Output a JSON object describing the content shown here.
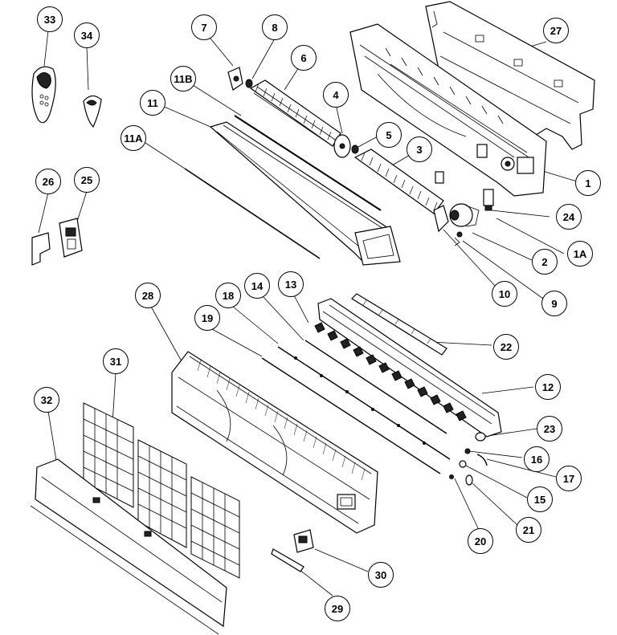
{
  "labels": {
    "l33": "33",
    "l34": "34",
    "l7": "7",
    "l8": "8",
    "l27": "27",
    "l11B": "11B",
    "l6": "6",
    "l11": "11",
    "l4": "4",
    "l5": "5",
    "l11A": "11A",
    "l3": "3",
    "l1": "1",
    "l26": "26",
    "l25": "25",
    "l24": "24",
    "l1A": "1A",
    "l2": "2",
    "l10": "10",
    "l9": "9",
    "l28": "28",
    "l18": "18",
    "l14": "14",
    "l13": "13",
    "l19": "19",
    "l22": "22",
    "l31": "31",
    "l12": "12",
    "l32": "32",
    "l23": "23",
    "l16": "16",
    "l17": "17",
    "l15": "15",
    "l20": "20",
    "l21": "21",
    "l30": "30",
    "l29": "29"
  }
}
